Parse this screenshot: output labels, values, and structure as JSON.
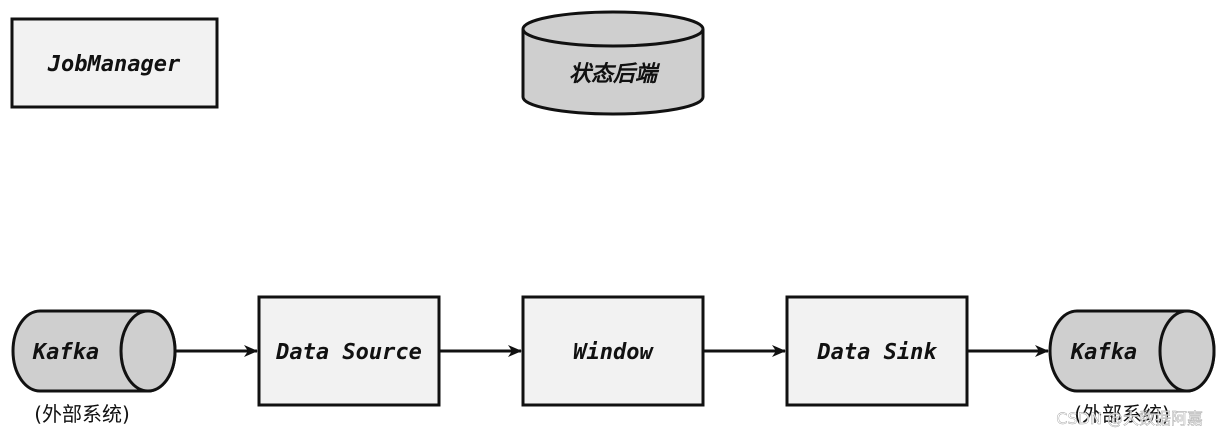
{
  "nodes": {
    "jobmanager": "JobManager",
    "state_backend": "状态后端",
    "kafka_source": "Kafka",
    "data_source": "Data Source",
    "window": "Window",
    "data_sink": "Data Sink",
    "kafka_sink": "Kafka"
  },
  "labels": {
    "external_left": "(外部系统)",
    "external_right": "(外部系统)"
  },
  "watermark": "CSDN @大数据阿嘉",
  "colors": {
    "box_fill": "#f2f2f2",
    "cylinder_fill": "#cfcfcf",
    "stroke": "#111111"
  }
}
